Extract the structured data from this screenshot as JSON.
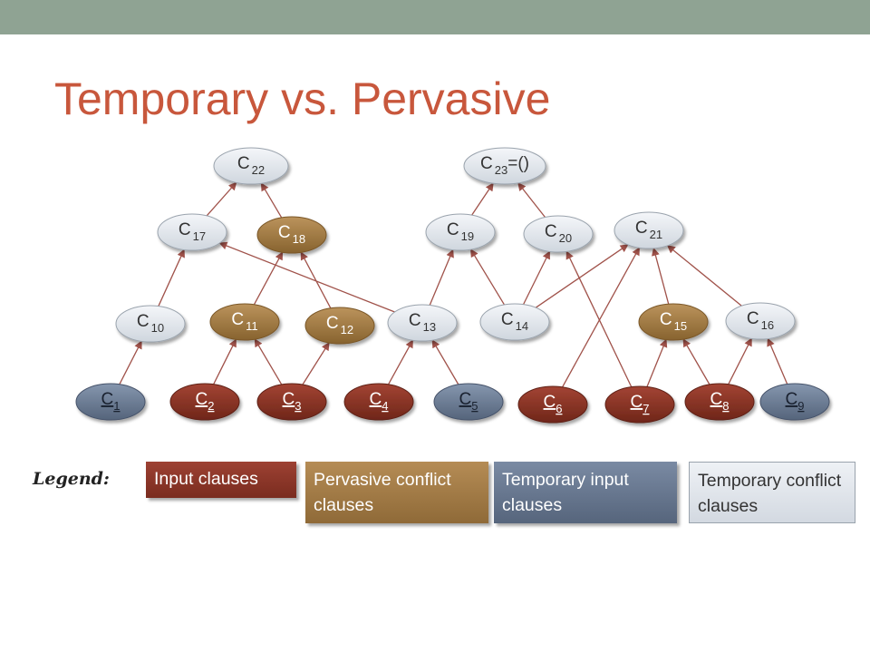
{
  "slide": {
    "title": "Temporary vs. Pervasive"
  },
  "legend": {
    "label": "Legend:",
    "items": [
      {
        "key": "input",
        "text": "Input clauses"
      },
      {
        "key": "pervasive",
        "text": "Pervasive conflict clauses"
      },
      {
        "key": "temp_input",
        "text": "Temporary input clauses"
      },
      {
        "key": "temp_conflict",
        "text": "Temporary conflict clauses"
      }
    ]
  },
  "colors": {
    "input": "#8b3426",
    "pervasive": "#a07a45",
    "temp_input": "#6a7a93",
    "temp_conflict": "#e2e6eb",
    "arrow": "#a0524a",
    "title": "#c8573c",
    "top_bar": "#8fa393"
  },
  "nodes": [
    {
      "id": "C22",
      "base": "C",
      "sub": "22",
      "suffix": "",
      "kind": "temp_conflict"
    },
    {
      "id": "C23",
      "base": "C",
      "sub": "23",
      "suffix": "=()",
      "kind": "temp_conflict"
    },
    {
      "id": "C17",
      "base": "C",
      "sub": "17",
      "suffix": "",
      "kind": "temp_conflict"
    },
    {
      "id": "C18",
      "base": "C",
      "sub": "18",
      "suffix": "",
      "kind": "pervasive"
    },
    {
      "id": "C19",
      "base": "C",
      "sub": "19",
      "suffix": "",
      "kind": "temp_conflict"
    },
    {
      "id": "C20",
      "base": "C",
      "sub": "20",
      "suffix": "",
      "kind": "temp_conflict"
    },
    {
      "id": "C21",
      "base": "C",
      "sub": "21",
      "suffix": "",
      "kind": "temp_conflict"
    },
    {
      "id": "C10",
      "base": "C",
      "sub": "10",
      "suffix": "",
      "kind": "temp_conflict"
    },
    {
      "id": "C11",
      "base": "C",
      "sub": "11",
      "suffix": "",
      "kind": "pervasive"
    },
    {
      "id": "C12",
      "base": "C",
      "sub": "12",
      "suffix": "",
      "kind": "pervasive"
    },
    {
      "id": "C13",
      "base": "C",
      "sub": "13",
      "suffix": "",
      "kind": "temp_conflict"
    },
    {
      "id": "C14",
      "base": "C",
      "sub": "14",
      "suffix": "",
      "kind": "temp_conflict"
    },
    {
      "id": "C15",
      "base": "C",
      "sub": "15",
      "suffix": "",
      "kind": "pervasive"
    },
    {
      "id": "C16",
      "base": "C",
      "sub": "16",
      "suffix": "",
      "kind": "temp_conflict"
    },
    {
      "id": "C1",
      "base": "C",
      "sub": "1",
      "suffix": "",
      "kind": "temp_input"
    },
    {
      "id": "C2",
      "base": "C",
      "sub": "2",
      "suffix": "",
      "kind": "input"
    },
    {
      "id": "C3",
      "base": "C",
      "sub": "3",
      "suffix": "",
      "kind": "input"
    },
    {
      "id": "C4",
      "base": "C",
      "sub": "4",
      "suffix": "",
      "kind": "input"
    },
    {
      "id": "C5",
      "base": "C",
      "sub": "5",
      "suffix": "",
      "kind": "temp_input"
    },
    {
      "id": "C6",
      "base": "C",
      "sub": "6",
      "suffix": "",
      "kind": "input"
    },
    {
      "id": "C7",
      "base": "C",
      "sub": "7",
      "suffix": "",
      "kind": "input"
    },
    {
      "id": "C8",
      "base": "C",
      "sub": "8",
      "suffix": "",
      "kind": "input"
    },
    {
      "id": "C9",
      "base": "C",
      "sub": "9",
      "suffix": "",
      "kind": "temp_input"
    }
  ],
  "edges": [
    [
      "C1",
      "C10"
    ],
    [
      "C2",
      "C11"
    ],
    [
      "C3",
      "C11"
    ],
    [
      "C3",
      "C12"
    ],
    [
      "C4",
      "C13"
    ],
    [
      "C5",
      "C13"
    ],
    [
      "C6",
      "C21"
    ],
    [
      "C7",
      "C15"
    ],
    [
      "C8",
      "C15"
    ],
    [
      "C8",
      "C16"
    ],
    [
      "C9",
      "C16"
    ],
    [
      "C10",
      "C17"
    ],
    [
      "C11",
      "C18"
    ],
    [
      "C12",
      "C18"
    ],
    [
      "C13",
      "C17"
    ],
    [
      "C13",
      "C19"
    ],
    [
      "C14",
      "C19"
    ],
    [
      "C14",
      "C20"
    ],
    [
      "C14",
      "C21"
    ],
    [
      "C15",
      "C21"
    ],
    [
      "C16",
      "C21"
    ],
    [
      "C7",
      "C20"
    ],
    [
      "C17",
      "C22"
    ],
    [
      "C18",
      "C22"
    ],
    [
      "C19",
      "C23"
    ],
    [
      "C20",
      "C23"
    ]
  ]
}
